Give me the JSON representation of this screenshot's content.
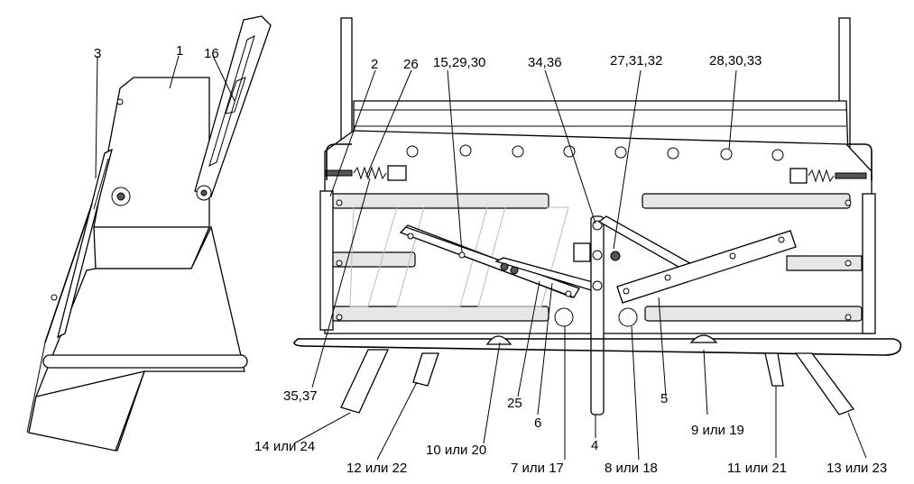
{
  "labels": {
    "l1": "1",
    "l16": "16",
    "l3": "3",
    "l2": "2",
    "l26": "26",
    "l15": "15,29,30",
    "l34": "34,36",
    "l27": "27,31,32",
    "l28": "28,30,33",
    "l35": "35,37",
    "l25": "25",
    "l6": "6",
    "l4": "4",
    "l5": "5",
    "l9": "9 или 19",
    "l14": "14 или 24",
    "l12": "12 или 22",
    "l10": "10 или  20",
    "l7": "7 или 17",
    "l8": "8 или 18",
    "l11": "11 или 21",
    "l13": "13 или 23"
  }
}
